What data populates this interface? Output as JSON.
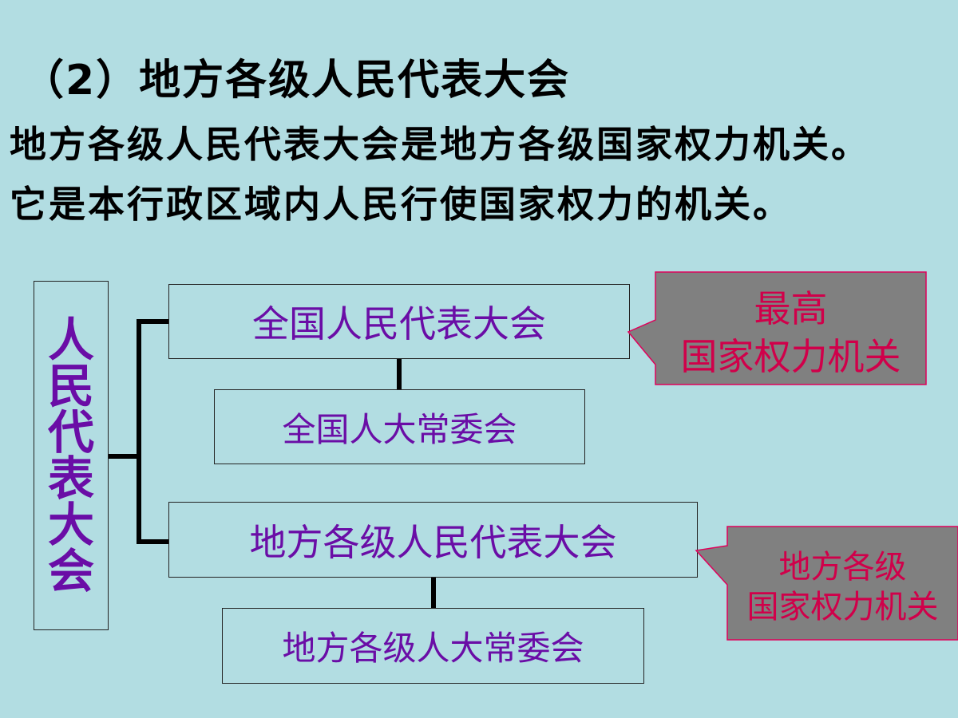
{
  "heading": "（2）地方各级人民代表大会",
  "paragraph": {
    "line1": "地方各级人民代表大会是地方各级国家权力机关。",
    "line2": "它是本行政区域内人民行使国家权力的机关。"
  },
  "diagram": {
    "root": [
      "人",
      "民",
      "代",
      "表",
      "大",
      "会"
    ],
    "npc": "全国人民代表大会",
    "npc_standing": "全国人大常委会",
    "local_congress": "地方各级人民代表大会",
    "local_standing": "地方各级人大常委会",
    "callout_top": {
      "line1": "最高",
      "line2": "国家权力机关"
    },
    "callout_bottom": {
      "line1": "地方各级",
      "line2": "国家权力机关"
    }
  },
  "colors": {
    "background": "#b2dde2",
    "box_text": "#6a0da6",
    "callout_fill": "#808080",
    "callout_text": "#d0004a",
    "callout_border": "#e0005a"
  }
}
